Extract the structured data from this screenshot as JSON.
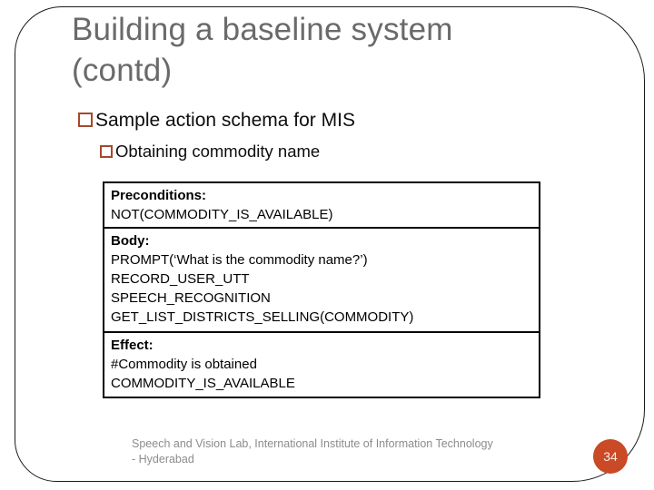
{
  "slide": {
    "title": {
      "lines": [
        "Building a baseline system",
        "(contd)"
      ]
    },
    "bullets": [
      {
        "level": 1,
        "text": "Sample action schema for MIS"
      },
      {
        "level": 2,
        "text": "Obtaining commodity name"
      }
    ],
    "schema_table": {
      "rows": [
        {
          "label": "Preconditions:",
          "lines": [
            "NOT(COMMODITY_IS_AVAILABLE)"
          ]
        },
        {
          "label": "Body:",
          "lines": [
            "PROMPT(‘What is the commodity name?’)",
            "RECORD_USER_UTT",
            "SPEECH_RECOGNITION",
            "GET_LIST_DISTRICTS_SELLING(COMMODITY)"
          ]
        },
        {
          "label": "Effect:",
          "lines": [
            "#Commodity is obtained",
            "COMMODITY_IS_AVAILABLE"
          ]
        }
      ]
    },
    "footer": {
      "lines": [
        "Speech and Vision Lab, International Institute of Information Technology",
        "- Hyderabad"
      ]
    },
    "page_number": "34"
  },
  "colors": {
    "title-gray": "#6a6a6a",
    "bullet-accent": "#a5492e",
    "table-border": "#000000",
    "footer-gray": "#8c8c8c",
    "page-badge": "#c94a24"
  }
}
